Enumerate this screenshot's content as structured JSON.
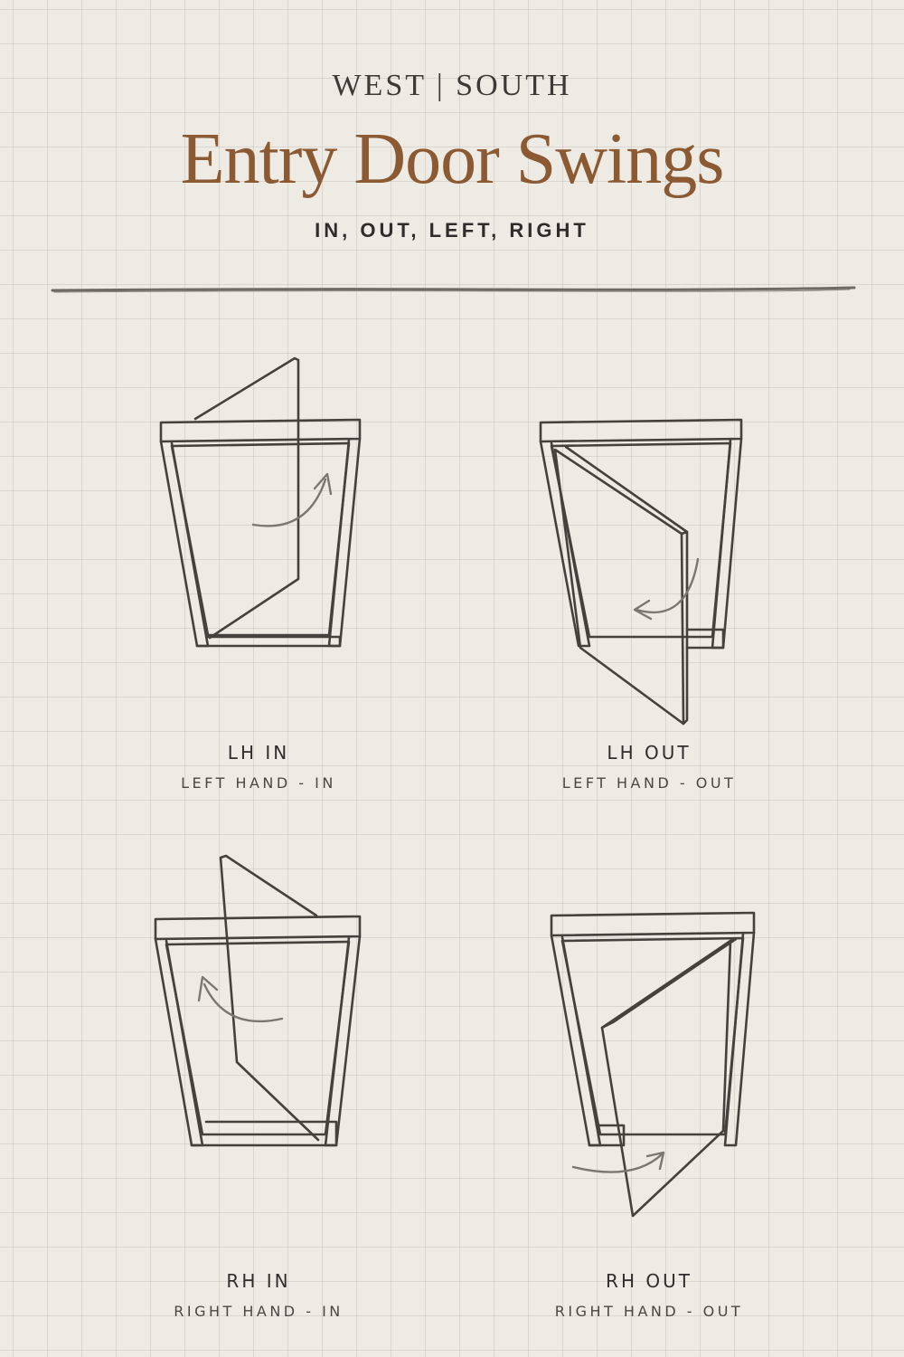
{
  "header": {
    "brand": "WEST | SOUTH",
    "title": "Entry Door Swings",
    "subtitle": "IN, OUT, LEFT, RIGHT"
  },
  "doors": [
    {
      "label": "LH IN",
      "sublabel": "LEFT HAND - IN",
      "icon": "door-left-hand-in-icon"
    },
    {
      "label": "LH OUT",
      "sublabel": "LEFT HAND - OUT",
      "icon": "door-left-hand-out-icon"
    },
    {
      "label": "RH IN",
      "sublabel": "RIGHT HAND - IN",
      "icon": "door-right-hand-in-icon"
    },
    {
      "label": "RH OUT",
      "sublabel": "RIGHT HAND - OUT",
      "icon": "door-right-hand-out-icon"
    }
  ],
  "colors": {
    "title": "#8b5a33",
    "background": "#eeeae4",
    "ink": "#45423e"
  }
}
